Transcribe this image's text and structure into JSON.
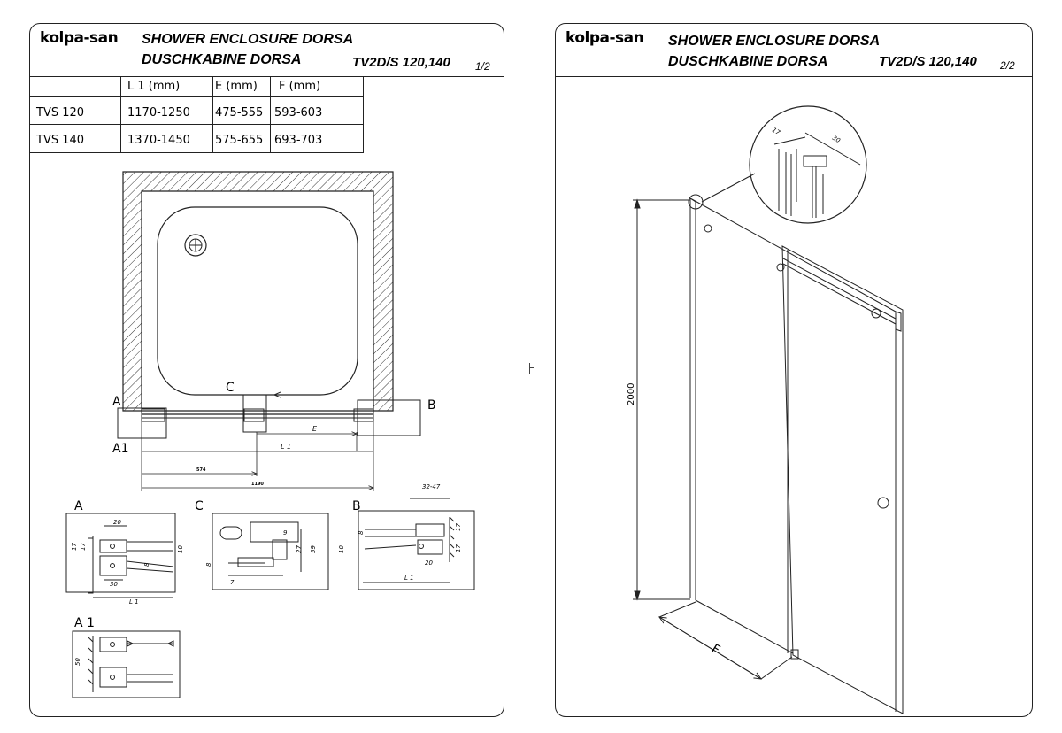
{
  "sheet1": {
    "logo": "kolpa-san",
    "title_line1": "SHOWER ENCLOSURE DORSA",
    "title_line2": "DUSCHKABINE  DORSA",
    "model_code": "TV2D/S 120,140",
    "page": "1/2",
    "table": {
      "headers": [
        "",
        "L 1 (mm)",
        "E (mm)",
        "F (mm)"
      ],
      "rows": [
        [
          "TVS 120",
          "1170-1250",
          "475-555",
          "593-603"
        ],
        [
          "TVS 140",
          "1370-1450",
          "575-655",
          "693-703"
        ]
      ]
    },
    "plan_labels": {
      "a": "A",
      "a1": "A1",
      "b": "B",
      "c": "C",
      "e": "E",
      "l1": "L 1",
      "dim_574": "574",
      "dim_1190": "1190"
    },
    "detail_labels": {
      "a": "A",
      "c": "C",
      "b": "B",
      "a1": "A 1",
      "a_20": "20",
      "a_17a": "17",
      "a_17b": "17",
      "a_30": "30",
      "a_8": "8",
      "a_10": "10",
      "a_l1": "L 1",
      "c_9": "9",
      "c_27": "27",
      "c_59": "59",
      "c_8": "8",
      "c_7": "7",
      "b_3247": "32-47",
      "b_8": "8",
      "b_10": "10",
      "b_17a": "17",
      "b_17b": "17",
      "b_20": "20",
      "b_l1": "L 1",
      "a1_50": "50"
    }
  },
  "sheet2": {
    "logo": "kolpa-san",
    "title_line1": "SHOWER ENCLOSURE DORSA",
    "title_line2": "DUSCHKABINE  DORSA",
    "model_code": "TV2D/S 120,140",
    "page": "2/2",
    "labels": {
      "height": "2000",
      "f": "F",
      "d17": "17",
      "d30": "30"
    }
  }
}
